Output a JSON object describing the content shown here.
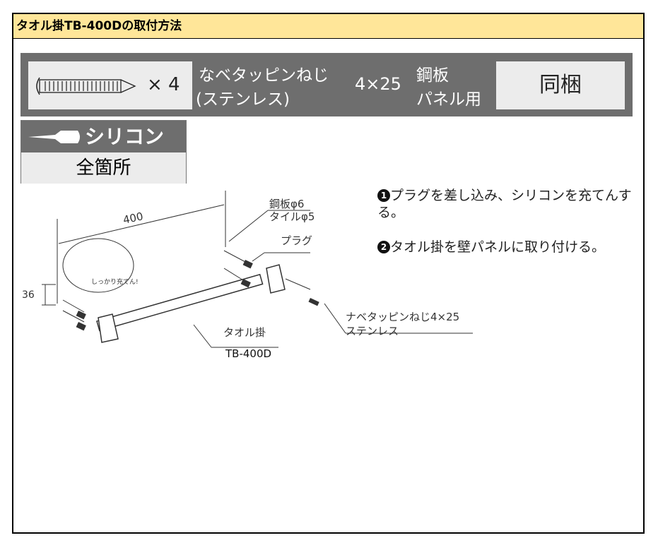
{
  "title": "タオル掛TB-400Dの取付方法",
  "screw_band": {
    "qty": "× 4",
    "name_line1": "なベタッピンねじ",
    "name_line2": "(ステンレス)",
    "size": "4×25",
    "use_line1": "鋼板",
    "use_line2": "パネル用",
    "status": "同梱"
  },
  "silicone": {
    "label": "シリコン",
    "where": "全箇所"
  },
  "steps": [
    {
      "num": "1",
      "text": "プラグを差し込み、シリコンを充てんする。"
    },
    {
      "num": "2",
      "text": "タオル掛を壁パネルに取り付ける。"
    }
  ],
  "diagram": {
    "dim_width": "400",
    "dim_height": "36",
    "hole_line1": "鋼板φ6",
    "hole_line2": "タイルφ5",
    "plug": "プラグ",
    "bubble": "しっかり充てん!",
    "screw_line1": "ナベタッピンねじ4×25",
    "screw_line2": "ステンレス",
    "towel_bar": "タオル掛",
    "model": "TB-400D"
  }
}
